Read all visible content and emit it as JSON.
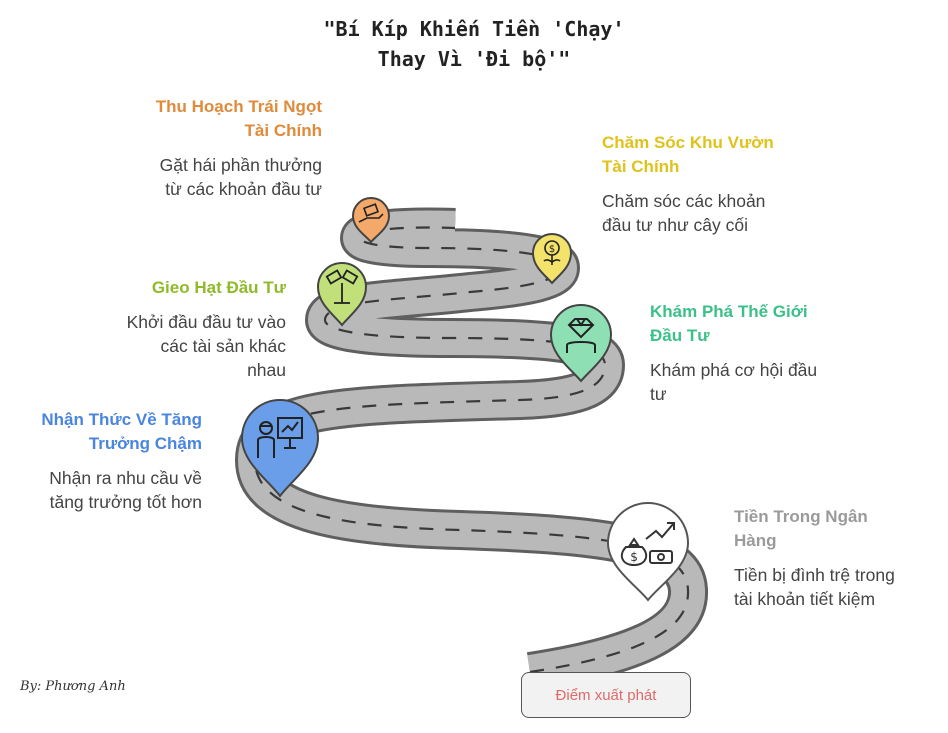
{
  "title": {
    "line1": "\"Bí Kíp Khiến Tiền 'Chạy'",
    "line2": "Thay Vì 'Đi bộ'\""
  },
  "steps": [
    {
      "id": "bank",
      "heading_lines": [
        "Tiền Trong Ngân",
        "Hàng"
      ],
      "desc_lines": [
        "Tiền bị đình trệ trong",
        "tài khoản tiết kiệm"
      ],
      "color": "#9a9a9a",
      "icon": "money-bag-growth-icon"
    },
    {
      "id": "awareness",
      "heading_lines": [
        "Nhận Thức Về Tăng",
        "Trưởng Chậm"
      ],
      "desc_lines": [
        "Nhận ra nhu cầu về",
        "tăng trưởng tốt hơn"
      ],
      "color": "#4a86e0",
      "icon": "presentation-person-icon"
    },
    {
      "id": "explore",
      "heading_lines": [
        "Khám Phá Thế Giới",
        "Đầu Tư"
      ],
      "desc_lines": [
        "Khám phá cơ hội đầu",
        "tư"
      ],
      "color": "#3cc08a",
      "icon": "diamond-hand-icon"
    },
    {
      "id": "seed",
      "heading_lines": [
        "Gieo Hạt Đầu Tư"
      ],
      "desc_lines": [
        "Khởi đầu đầu tư vào",
        "các tài sản khác",
        "nhau"
      ],
      "color": "#8fba2a",
      "icon": "money-plant-icon"
    },
    {
      "id": "garden",
      "heading_lines": [
        "Chăm Sóc Khu Vườn",
        "Tài Chính"
      ],
      "desc_lines": [
        "Chăm sóc các khoản",
        "đầu tư như cây cối"
      ],
      "color": "#e0c21a",
      "icon": "dollar-flower-icon"
    },
    {
      "id": "harvest",
      "heading_lines": [
        "Thu Hoạch Trái Ngọt",
        "Tài Chính"
      ],
      "desc_lines": [
        "Gặt hái phần thưởng",
        "từ các khoản đầu tư"
      ],
      "color": "#e08a3a",
      "icon": "money-in-hand-icon"
    }
  ],
  "start_label": "Điểm xuất phát",
  "byline": "By: Phương Anh"
}
